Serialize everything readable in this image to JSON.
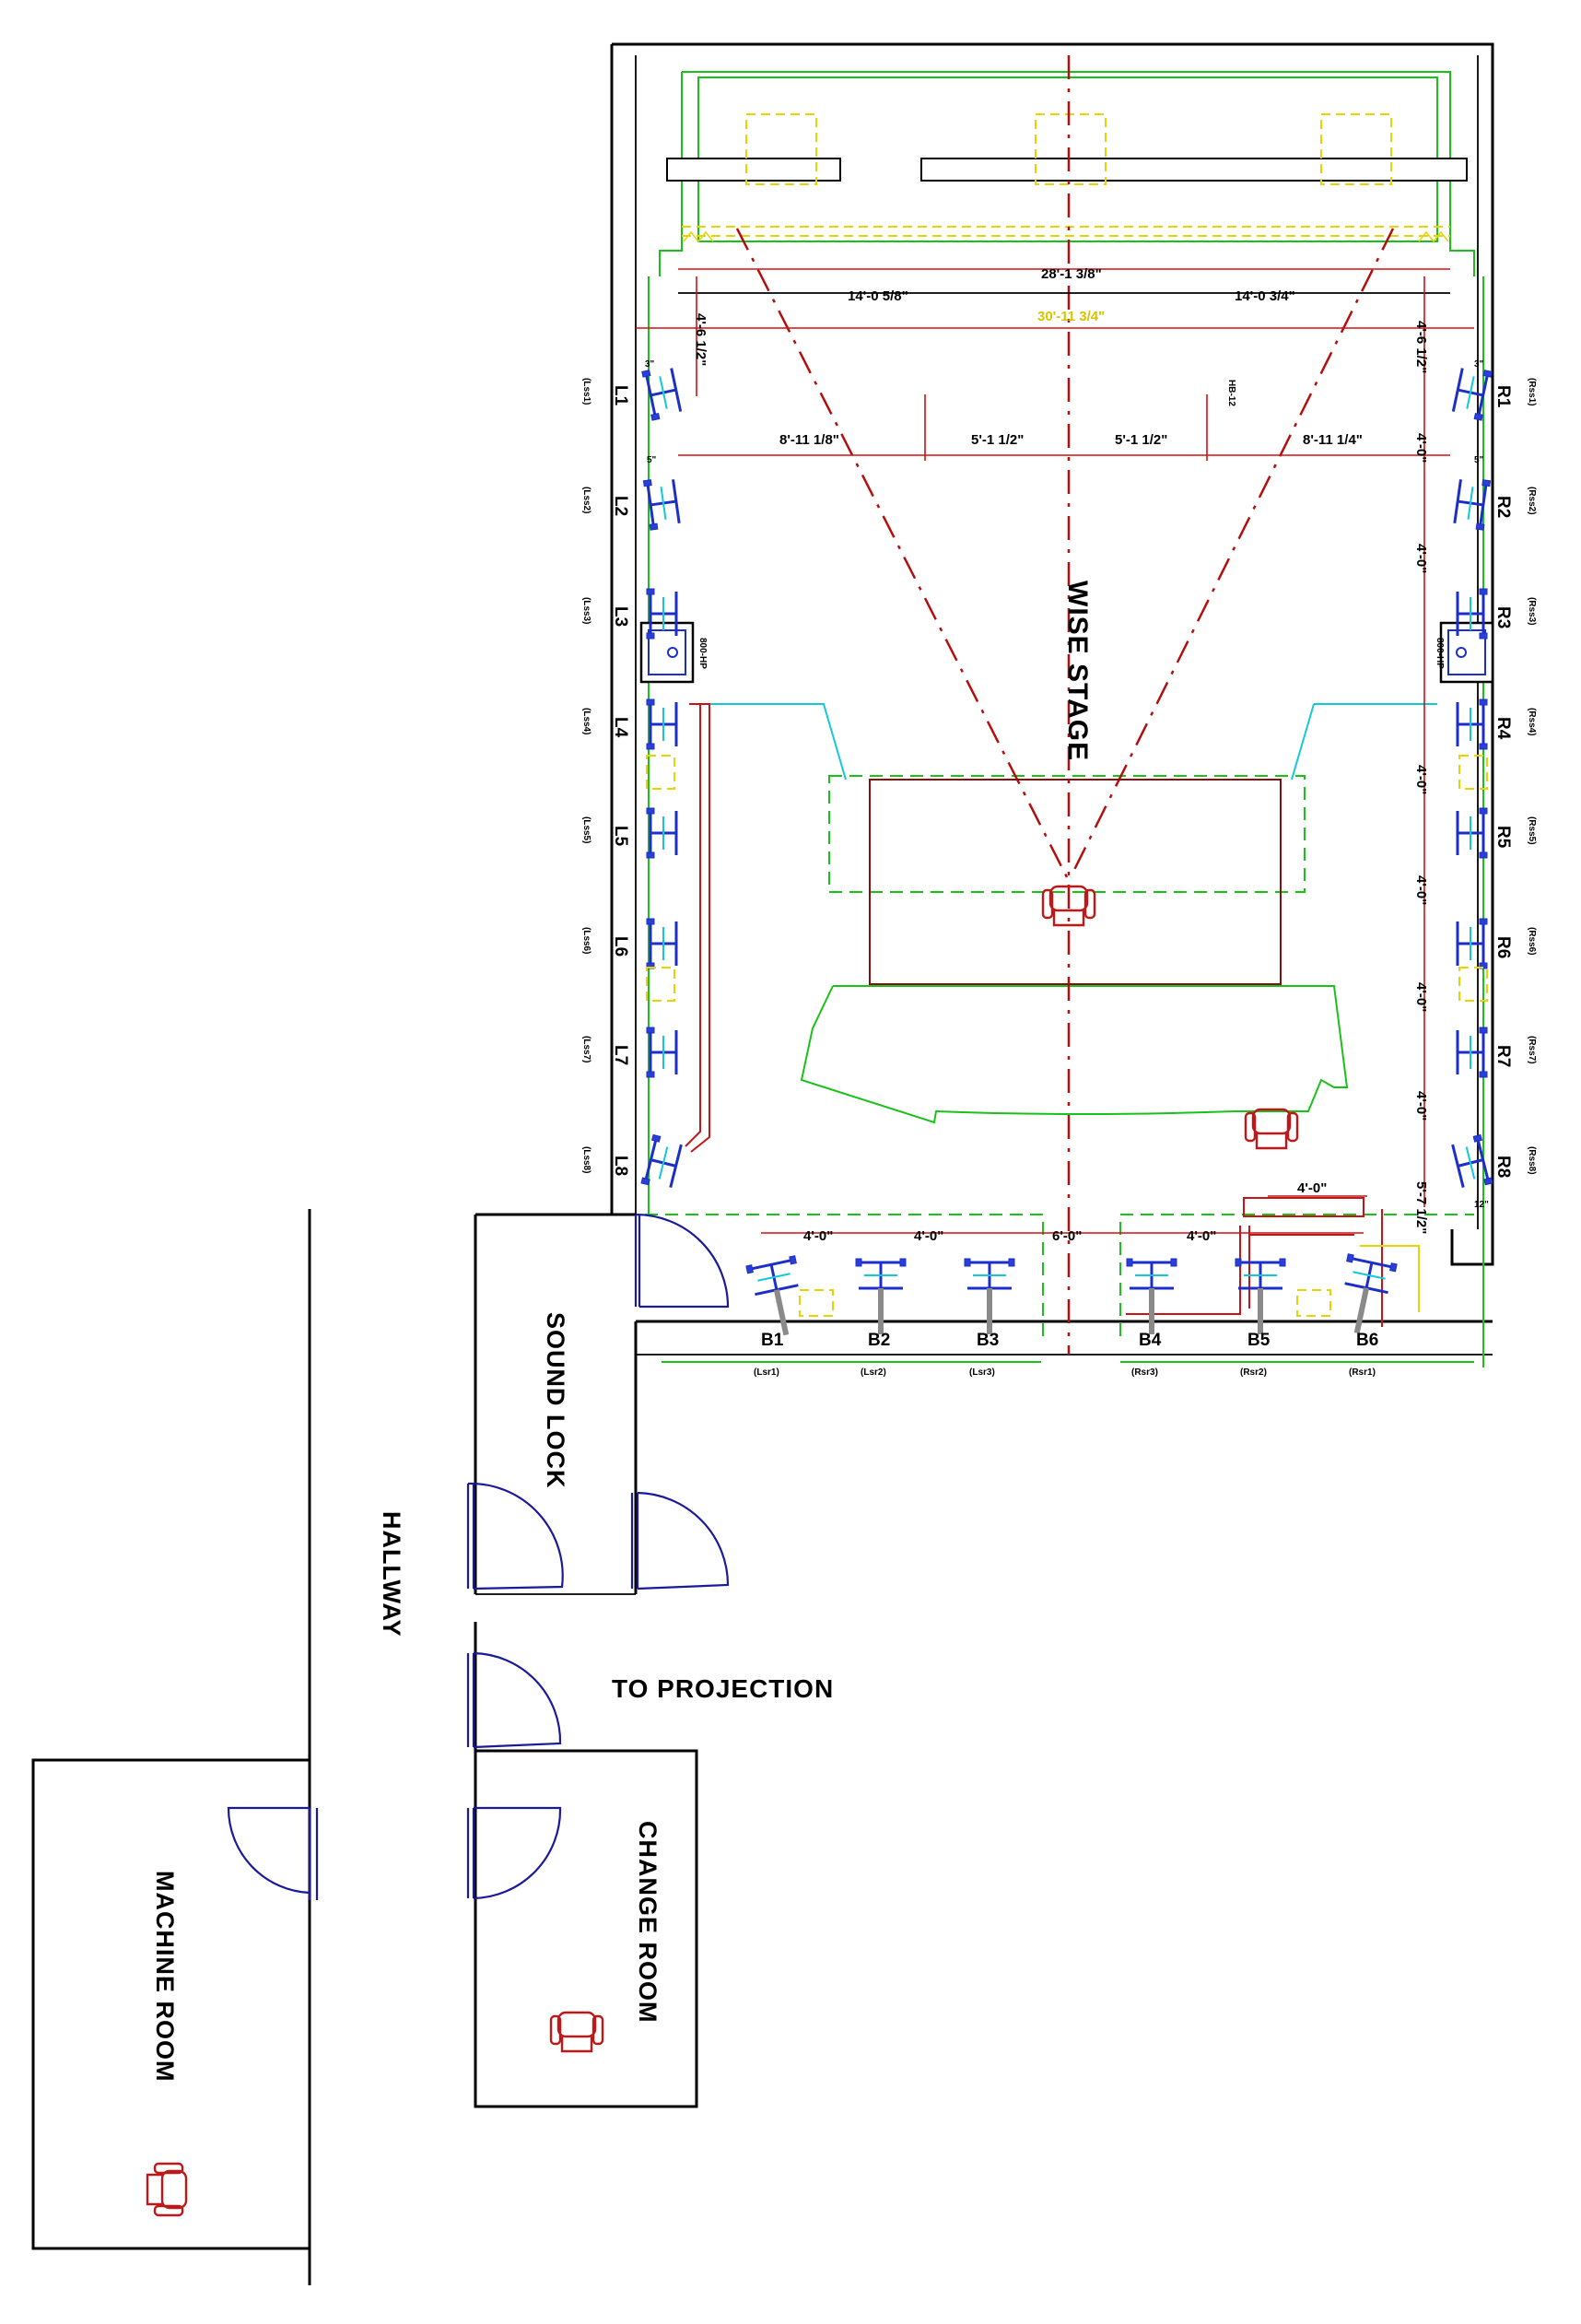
{
  "rooms": {
    "stage": "WISE STAGE",
    "sound_lock": "SOUND LOCK",
    "hallway": "HALLWAY",
    "to_projection": "TO PROJECTION",
    "change_room": "CHANGE ROOM",
    "machine_room": "MACHINE ROOM"
  },
  "left_speakers": [
    {
      "label": "L1",
      "channel": "(Lss1)"
    },
    {
      "label": "L2",
      "channel": "(Lss2)"
    },
    {
      "label": "L3",
      "channel": "(Lss3)"
    },
    {
      "label": "L4",
      "channel": "(Lss4)"
    },
    {
      "label": "L5",
      "channel": "(Lss5)"
    },
    {
      "label": "L6",
      "channel": "(Lss6)"
    },
    {
      "label": "L7",
      "channel": "(Lss7)"
    },
    {
      "label": "L8",
      "channel": "(Lss8)"
    }
  ],
  "right_speakers": [
    {
      "label": "R1",
      "channel": "(Rss1)"
    },
    {
      "label": "R2",
      "channel": "(Rss2)"
    },
    {
      "label": "R3",
      "channel": "(Rss3)"
    },
    {
      "label": "R4",
      "channel": "(Rss4)"
    },
    {
      "label": "R5",
      "channel": "(Rss5)"
    },
    {
      "label": "R6",
      "channel": "(Rss6)"
    },
    {
      "label": "R7",
      "channel": "(Rss7)"
    },
    {
      "label": "R8",
      "channel": "(Rss8)"
    }
  ],
  "back_speakers": [
    {
      "label": "B1",
      "channel": "(Lsr1)"
    },
    {
      "label": "B2",
      "channel": "(Lsr2)"
    },
    {
      "label": "B3",
      "channel": "(Lsr3)"
    },
    {
      "label": "B4",
      "channel": "(Rsr3)"
    },
    {
      "label": "B5",
      "channel": "(Rsr2)"
    },
    {
      "label": "B6",
      "channel": "(Rsr1)"
    }
  ],
  "dimensions": {
    "overall_width": "28'-1 3/8\"",
    "left_half": "14'-0 5/8\"",
    "right_half": "14'-0 3/4\"",
    "screen_width": "30'-11 3/4\"",
    "seg_a": "8'-11 1/8\"",
    "seg_b": "5'-1 1/2\"",
    "seg_c": "5'-1 1/2\"",
    "seg_d": "8'-11 1/4\"",
    "left_depth": "4'-6 1/2\"",
    "right_depth": "4'-6 1/2\"",
    "spacing": "4'-0\"",
    "center_gap": "6'-0\"",
    "bottom_right_depth": "5'-7 1/2\"",
    "sub_label": "800-HP",
    "hb_label": "HB-12",
    "left_small_top": "3\"",
    "left_small_mid": "5\"",
    "right_small_top": "3\"",
    "right_small_mid": "5\"",
    "right_small_bot": "12\""
  }
}
